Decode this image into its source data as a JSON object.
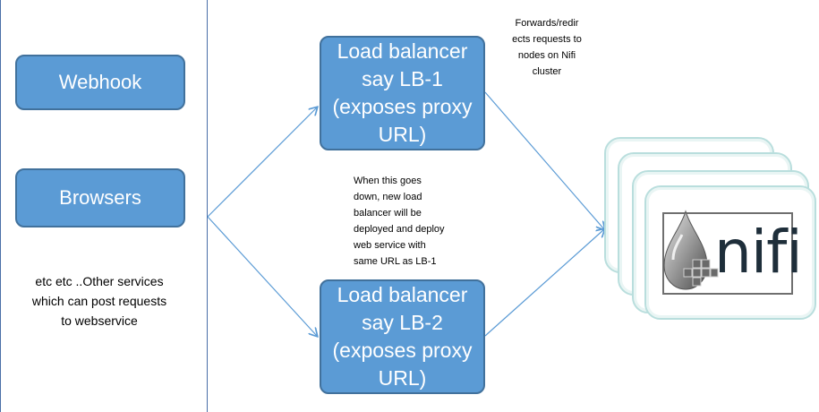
{
  "sources": {
    "webhook_label": "Webhook",
    "browsers_label": "Browsers",
    "other_lines": [
      "etc etc ..Other services",
      "which can post requests",
      "to webservice"
    ]
  },
  "lb1": {
    "lines": [
      "Load balancer",
      "say LB-1",
      "(exposes proxy",
      "URL)"
    ]
  },
  "lb2": {
    "lines": [
      "Load balancer",
      "say LB-2",
      "(exposes proxy",
      "URL)"
    ]
  },
  "forward_note": {
    "lines": [
      "Forwards/redir",
      "ects requests to",
      "nodes on Nifi",
      "cluster"
    ]
  },
  "failover_note": {
    "lines": [
      "When this goes",
      "down, new load",
      "balancer will be",
      "deployed and deploy",
      "web service with",
      "same URL as LB-1"
    ]
  },
  "nifi": {
    "logo_text": "nifi",
    "icon": "nifi-drop-logo-icon"
  },
  "colors": {
    "box_fill": "#5b9bd5",
    "box_border": "#41719c",
    "arrow": "#5b9bd5",
    "card_border": "#b9dedd"
  }
}
